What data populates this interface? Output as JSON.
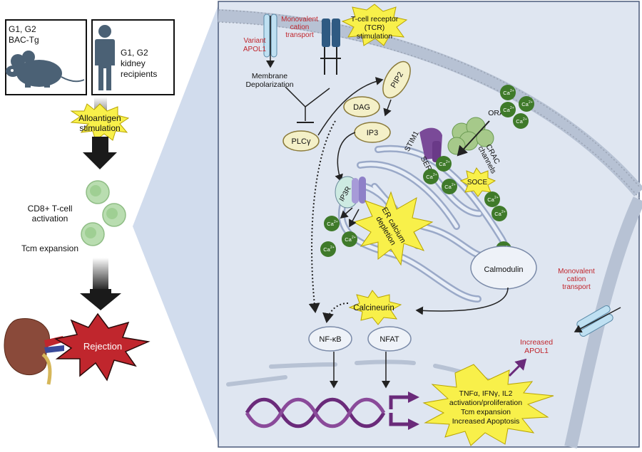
{
  "left_panel": {
    "mouse_box_line1": "G1, G2",
    "mouse_box_line2": "BAC-Tg",
    "human_box_line1": "G1, G2",
    "human_box_line2": "kidney",
    "human_box_line3": "recipients",
    "alloantigen_line1": "Alloantigen",
    "alloantigen_line2": "stimulation",
    "cd8_line1": "CD8+ T-cell",
    "cd8_line2": "activation",
    "tcm": "Tcm expansion",
    "rejection": "Rejection"
  },
  "cell": {
    "variant_apol1_line1": "Variant",
    "variant_apol1_line2": "APOL1",
    "monovalent_top_line1": "Monovalent",
    "monovalent_top_line2": "cation",
    "monovalent_top_line3": "transport",
    "tcr_line1": "T-cell receptor",
    "tcr_line2": "(TCR)",
    "tcr_line3": "stimulation",
    "membrane_line1": "Membrane",
    "membrane_line2": "Depolarization",
    "pip2": "PIP2",
    "dag": "DAG",
    "plcg": "PLCγ",
    "ip3": "IP3",
    "stim1": "STIM1",
    "serca": "SERCA",
    "orai1": "ORAI1",
    "crac_line1": "CRAC",
    "crac_line2": "channels",
    "soce": "SOCE",
    "ip3r": "IP3R",
    "er_line1": "ER calcium",
    "er_line2": "depletion",
    "calmodulin": "Calmodulin",
    "calcineurin": "Calcineurin",
    "nfkb": "NF-κB",
    "nfat": "NFAT",
    "monovalent_right_line1": "Monovalent",
    "monovalent_right_line2": "cation",
    "monovalent_right_line3": "transport",
    "increased_apol1_line1": "Increased",
    "increased_apol1_line2": "APOL1",
    "outcome_line1": "TNFα, IFNγ, IL2",
    "outcome_line2": "activation/proliferation",
    "outcome_line3": "Tcm expansion",
    "outcome_line4": "Increased Apoptosis",
    "ca_label": "Ca",
    "ca_charge": "2+"
  },
  "colors": {
    "panel_bg": "#dfe6f1",
    "panel_border": "#4a5a7a",
    "burst_fill": "#f8f04a",
    "burst_stroke": "#b8a400",
    "node_fill": "#f4f0c8",
    "node_stroke": "#8a7a3a",
    "calcium_fill": "#3f7a2a",
    "red_text": "#c0262d",
    "rejection_fill": "#c0262d",
    "dna_purple": "#6a2a7a",
    "arrow_purple": "#6a2a7a",
    "er_blue": "#9aa9c8"
  }
}
